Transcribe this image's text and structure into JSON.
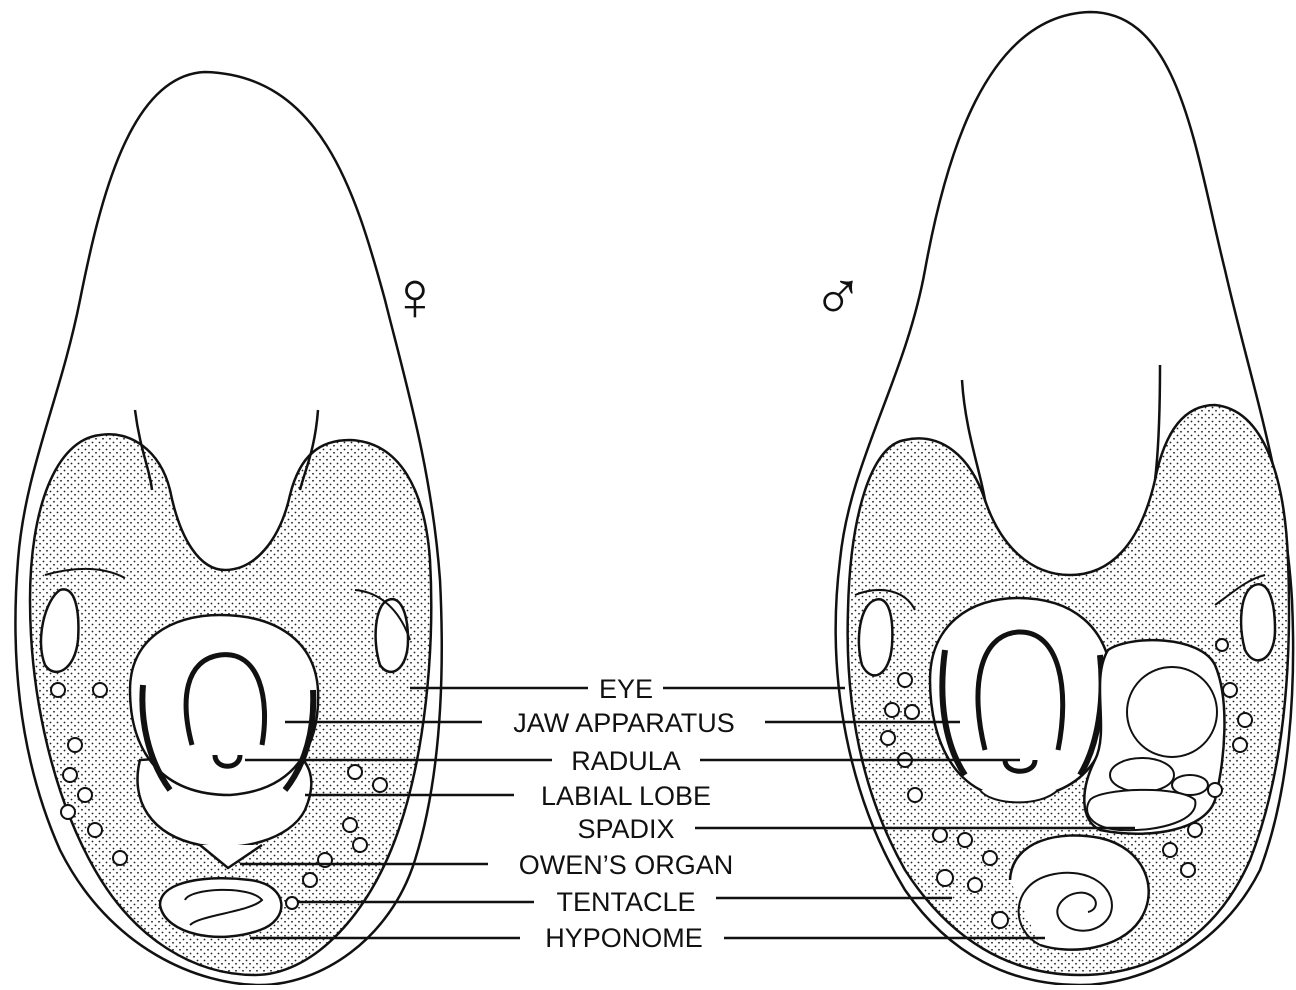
{
  "symbols": {
    "female": "♀",
    "male": "♂"
  },
  "labels": [
    "EYE",
    "JAW APPARATUS",
    "RADULA",
    "LABIAL LOBE",
    "SPADIX",
    "OWEN’S ORGAN",
    "TENTACLE",
    "HYPONOME"
  ],
  "colors": {
    "ink": "#111111",
    "paper": "#ffffff"
  }
}
